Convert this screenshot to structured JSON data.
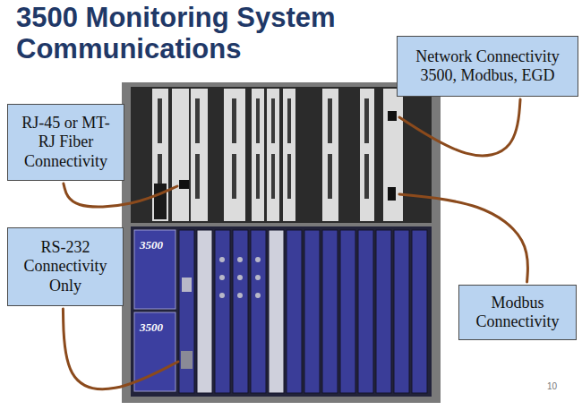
{
  "diagram": {
    "title": "3500 Monitoring System Communications",
    "nodes": [
      {
        "text": [
          "Network Connectivity 3500, Modbus, EGD"
        ]
      },
      {
        "text": [
          "RJ-45 or MT-RJ Fiber Connectivity"
        ]
      },
      {
        "text": [
          "RS-232 Connectivity Only"
        ]
      },
      {
        "text": [
          "Modbus Connectivity"
        ]
      }
    ],
    "labels": [
      "3500",
      "3500",
      "10"
    ]
  }
}
